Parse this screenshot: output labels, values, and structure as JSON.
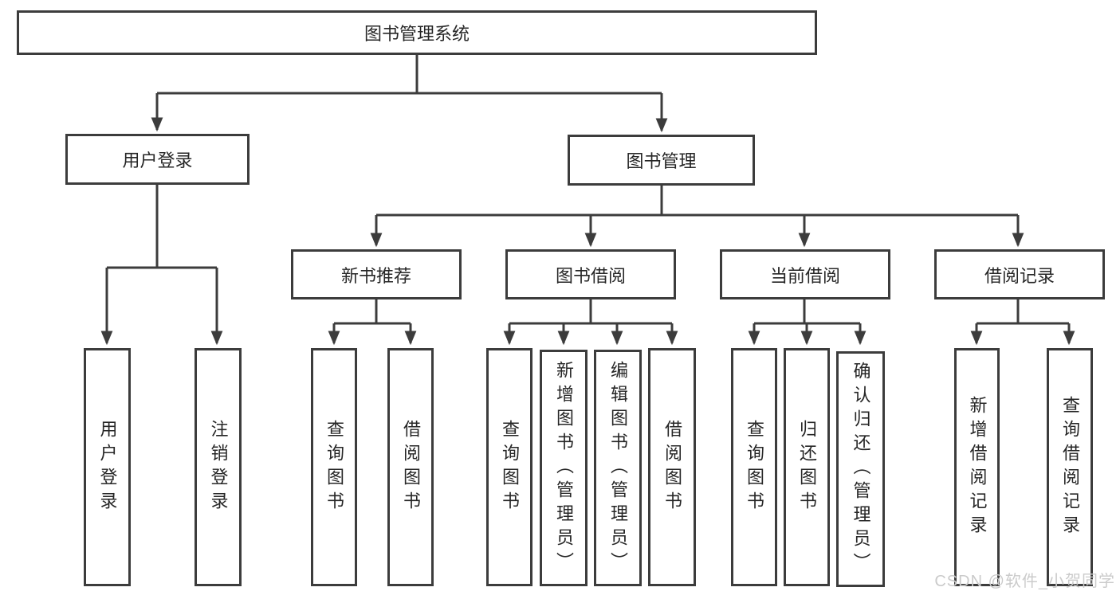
{
  "diagram": {
    "type": "hierarchy-tree",
    "watermark": "CSDN @软件_小贺同学",
    "colors": {
      "line": "#3c3c3c",
      "text": "#262626",
      "watermark": "#cbcbcb",
      "background": "#ffffff"
    },
    "tree": {
      "label": "图书管理系统",
      "children": [
        {
          "label": "用户登录",
          "children": [
            {
              "label": "用户登录"
            },
            {
              "label": "注销登录"
            }
          ]
        },
        {
          "label": "图书管理",
          "children": [
            {
              "label": "新书推荐",
              "children": [
                {
                  "label": "查询图书"
                },
                {
                  "label": "借阅图书"
                }
              ]
            },
            {
              "label": "图书借阅",
              "children": [
                {
                  "label": "查询图书"
                },
                {
                  "label": "新增图书（管理员）"
                },
                {
                  "label": "编辑图书（管理员）"
                },
                {
                  "label": "借阅图书"
                }
              ]
            },
            {
              "label": "当前借阅",
              "children": [
                {
                  "label": "查询图书"
                },
                {
                  "label": "归还图书"
                },
                {
                  "label": "确认归还（管理员）"
                }
              ]
            },
            {
              "label": "借阅记录",
              "children": [
                {
                  "label": "新增借阅记录"
                },
                {
                  "label": "查询借阅记录"
                }
              ]
            }
          ]
        }
      ]
    }
  }
}
